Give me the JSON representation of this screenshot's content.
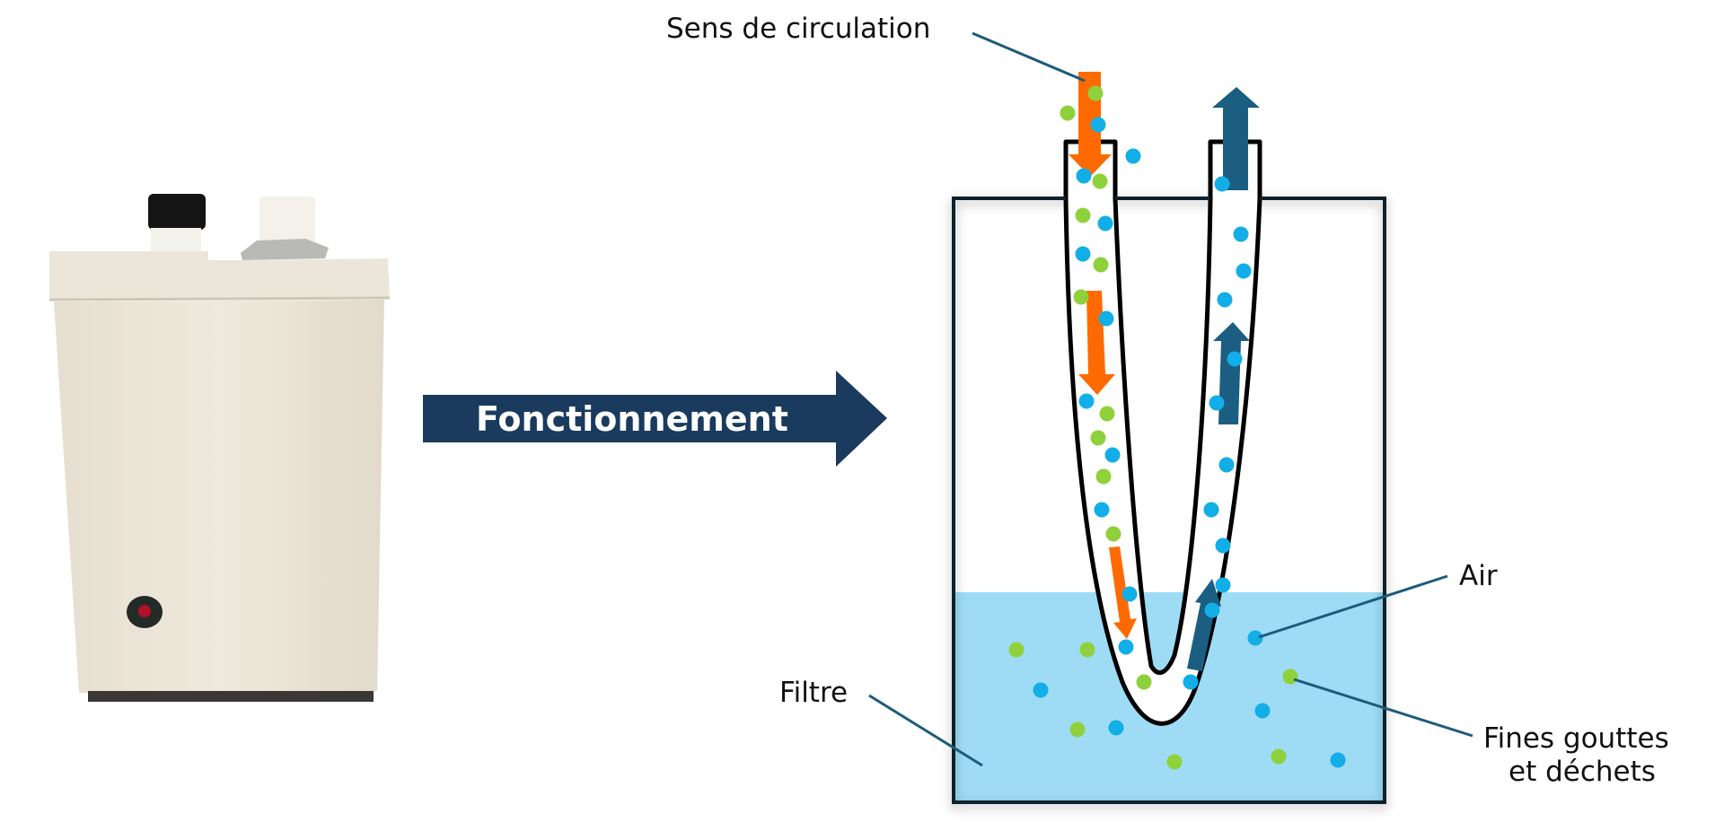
{
  "arrow": {
    "label": "Fonctionnement"
  },
  "labels": {
    "circulation": "Sens de circulation",
    "air": "Air",
    "filter": "Filtre",
    "droplets_line1": "Fines gouttes",
    "droplets_line2": "et déchets"
  },
  "colors": {
    "navy": "#1a3a5e",
    "teal_arrow": "#1b5e82",
    "orange": "#ff6a00",
    "water": "#9edcf5",
    "blue_dot": "#12aee8",
    "green_dot": "#8fd13a",
    "device_body": "#e9e3d6",
    "leader_line": "#1d5b7a"
  }
}
